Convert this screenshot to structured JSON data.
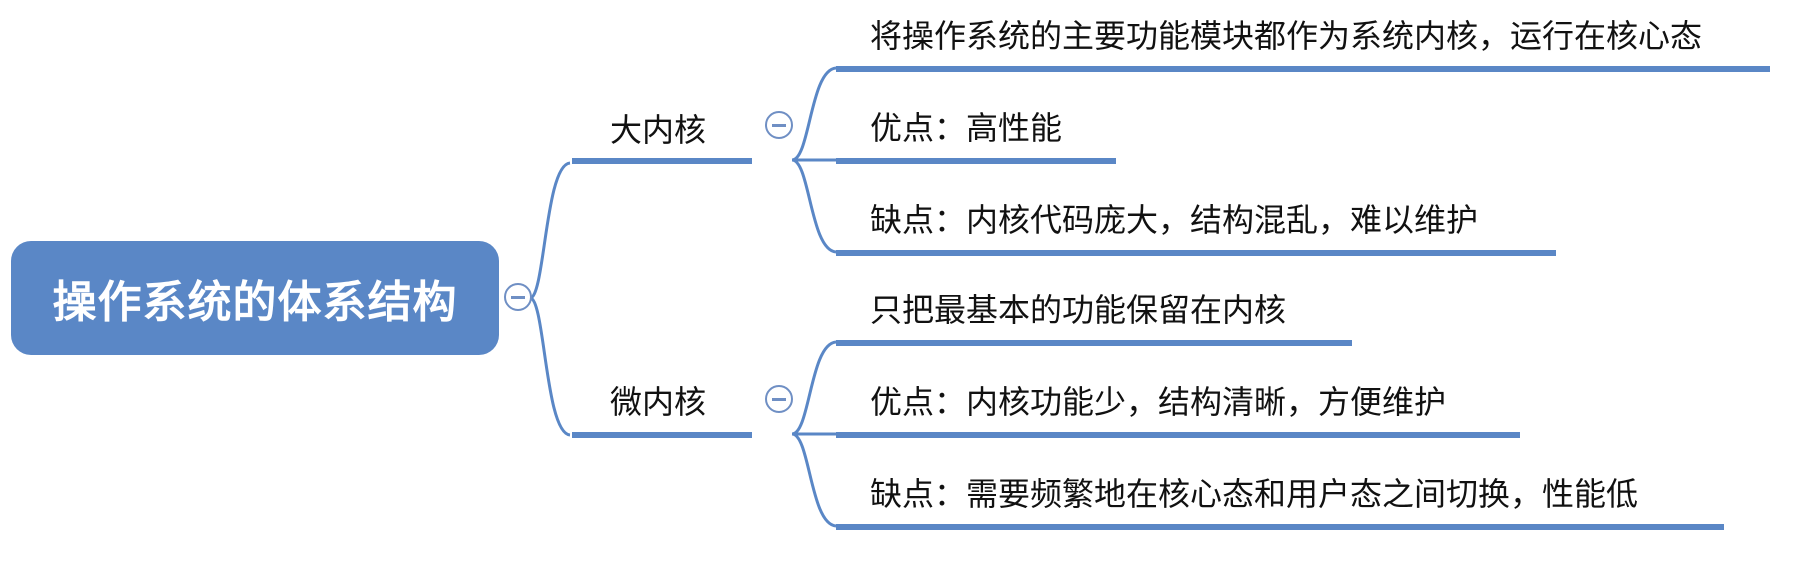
{
  "root": {
    "label": "操作系统的体系结构"
  },
  "branches": [
    {
      "label": "大内核",
      "children": [
        {
          "label": "将操作系统的主要功能模块都作为系统内核，运行在核心态"
        },
        {
          "label": "优点：高性能"
        },
        {
          "label": "缺点：内核代码庞大，结构混乱，难以维护"
        }
      ]
    },
    {
      "label": "微内核",
      "children": [
        {
          "label": "只把最基本的功能保留在内核"
        },
        {
          "label": "优点：内核功能少，结构清晰，方便维护"
        },
        {
          "label": "缺点：需要频繁地在核心态和用户态之间切换，性能低"
        }
      ]
    }
  ],
  "colors": {
    "node_fill": "#5a87c6",
    "connector": "#5a87c6",
    "toggle": "#6f8fc4"
  },
  "toggle_icon": "minus-circle-icon"
}
